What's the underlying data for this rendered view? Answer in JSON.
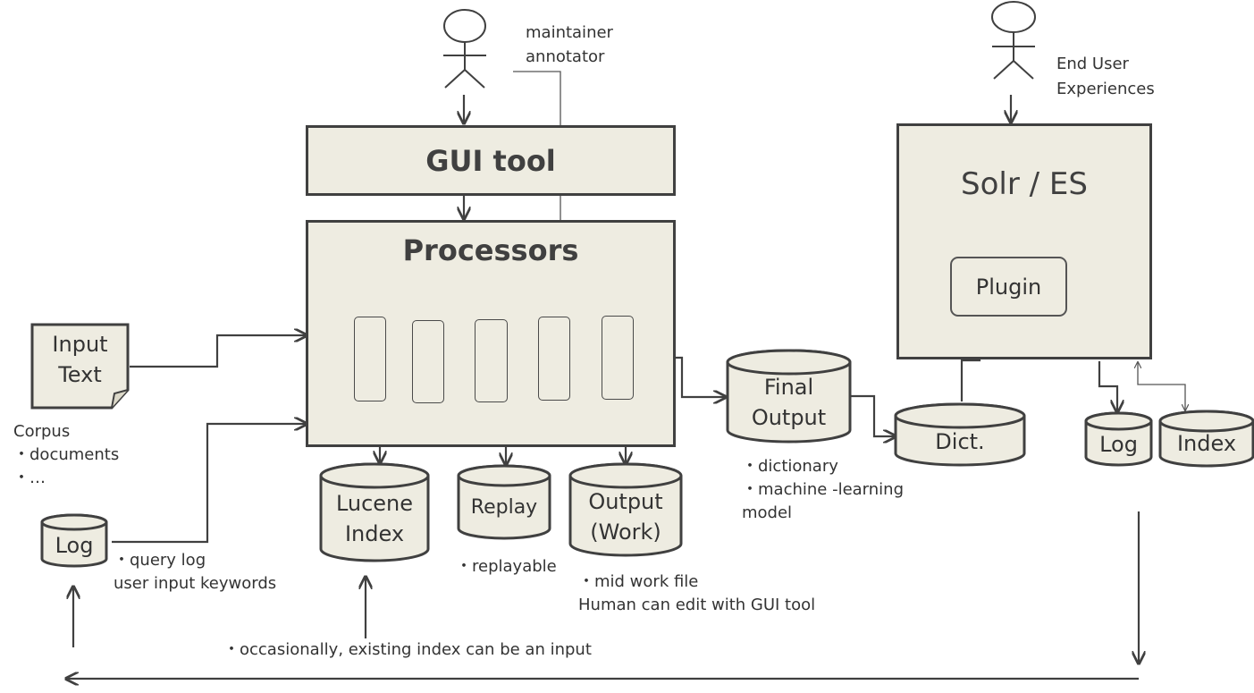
{
  "actors": {
    "left_label_line1": "maintainer",
    "left_label_line2": "annotator",
    "right_label_line1": "End User",
    "right_label_line2": "Experiences"
  },
  "boxes": {
    "gui_tool": "GUI tool",
    "processors": "Processors",
    "solr": "Solr / ES",
    "plugin": "Plugin"
  },
  "input_doc": {
    "line1": "Input",
    "line2": "Text"
  },
  "databases": {
    "log_left": "Log",
    "lucene_line1": "Lucene",
    "lucene_line2": "Index",
    "replay": "Replay",
    "output_line1": "Output",
    "output_line2": "(Work)",
    "final_line1": "Final",
    "final_line2": "Output",
    "dict": "Dict.",
    "log_right": "Log",
    "index_right": "Index"
  },
  "notes": {
    "corpus_line1": "Corpus",
    "corpus_line2": "・documents",
    "corpus_line3": "・…",
    "querylog_line1": "・query log",
    "querylog_line2": "user input keywords",
    "replayable": "・replayable",
    "midwork_line1": "・mid work file",
    "midwork_line2": "Human can edit with GUI  tool",
    "final_line1": "・dictionary",
    "final_line2": "・machine -learning",
    "final_line3": "model",
    "occasionally": "・occasionally, existing index can be an input"
  },
  "colors": {
    "fill": "#eeece1",
    "stroke": "#404040",
    "text": "#333333"
  }
}
